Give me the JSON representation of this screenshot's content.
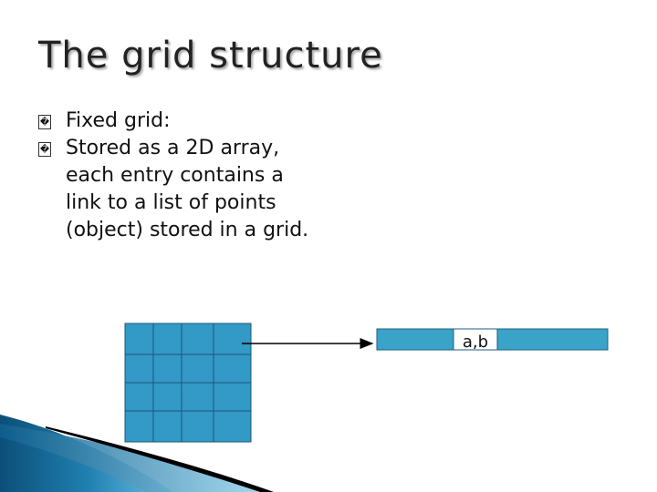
{
  "title": "The grid structure",
  "bullets": [
    {
      "lines": [
        "Fixed grid:"
      ]
    },
    {
      "lines": [
        "Stored as a 2D array,",
        "each entry contains a",
        "link to a list of points",
        "(object) stored in a grid."
      ]
    }
  ],
  "bullet_glyph": "�",
  "diagram": {
    "cell_label": "a,b",
    "grid_color": "#3399c6",
    "list_color": "#3aa3c8"
  }
}
